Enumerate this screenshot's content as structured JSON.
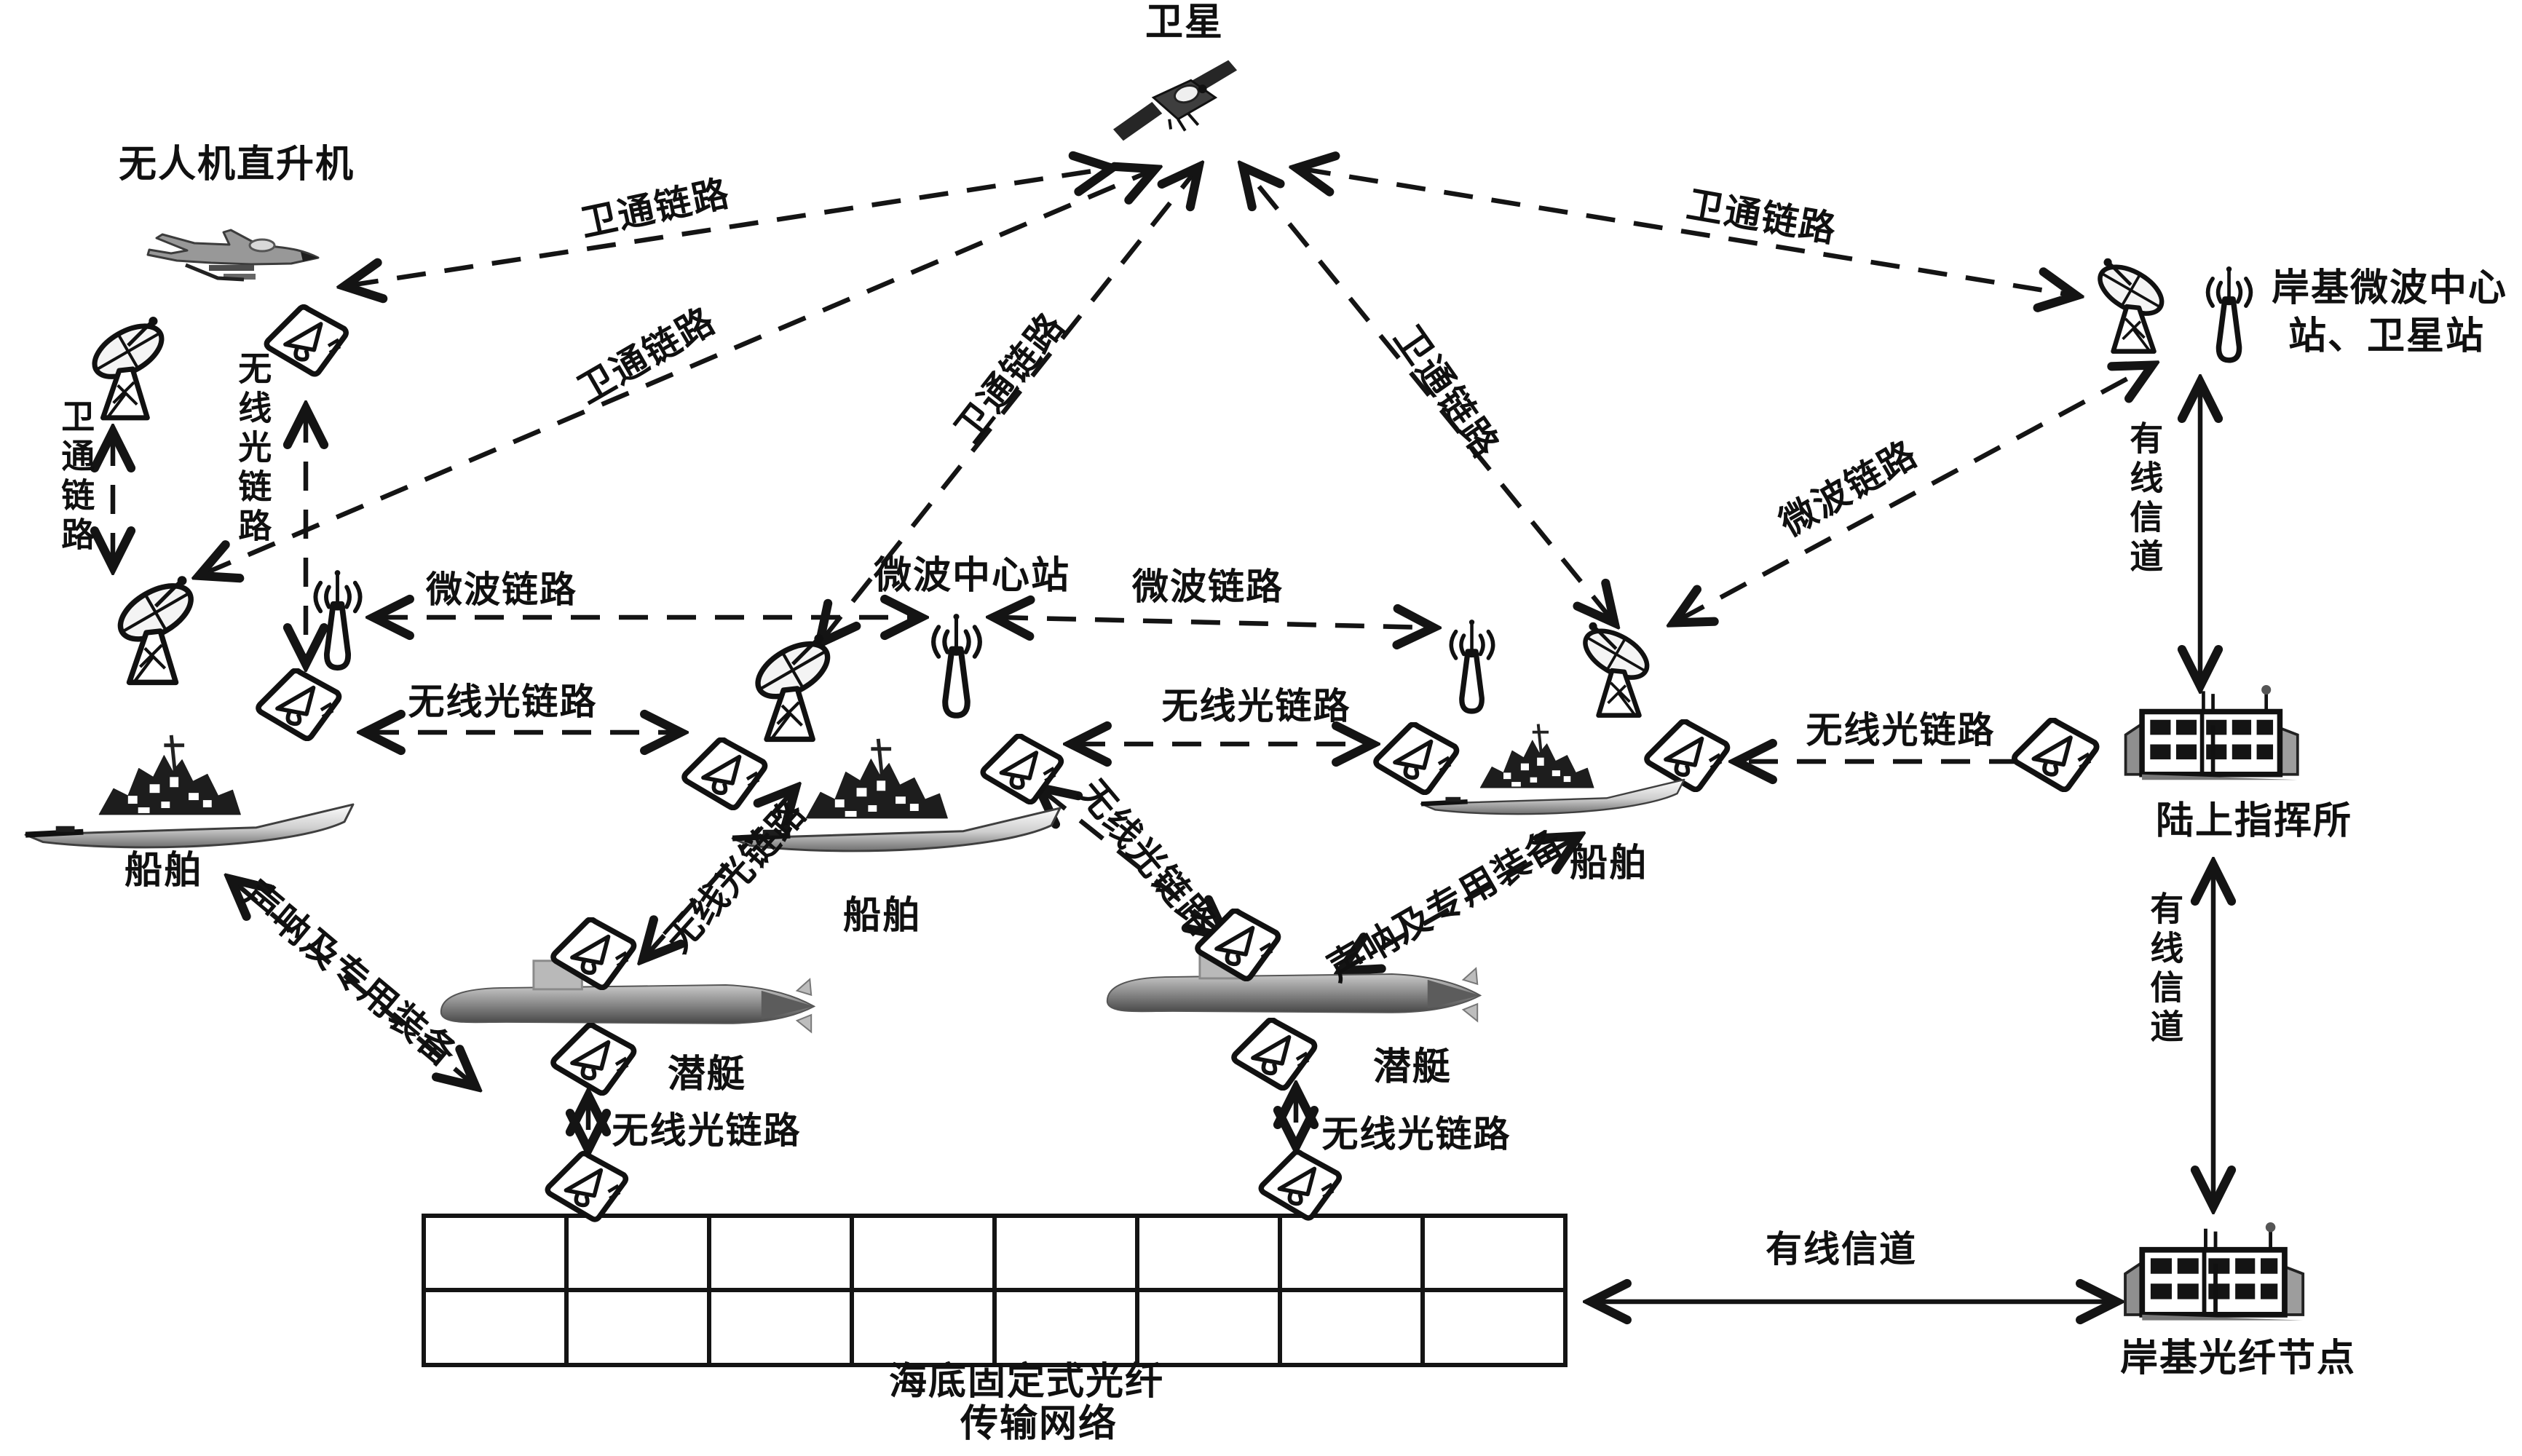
{
  "nodes": {
    "satellite": "卫星",
    "uav": "无人机直升机",
    "microwave_center_station": "微波中心站",
    "ship": "船舶",
    "submarine": "潜艇",
    "shore_station_line1": "岸基微波中心",
    "shore_station_line2": "站、卫星站",
    "land_command_post": "陆上指挥所",
    "shore_fiber_node": "岸基光纤节点",
    "seafloor_network_line1": "海底固定式光纤",
    "seafloor_network_line2": "传输网络"
  },
  "links": {
    "satcom": "卫通链路",
    "microwave": "微波链路",
    "optical": "无线光链路",
    "wired": "有线信道",
    "sonar": "声呐及专用装备"
  }
}
